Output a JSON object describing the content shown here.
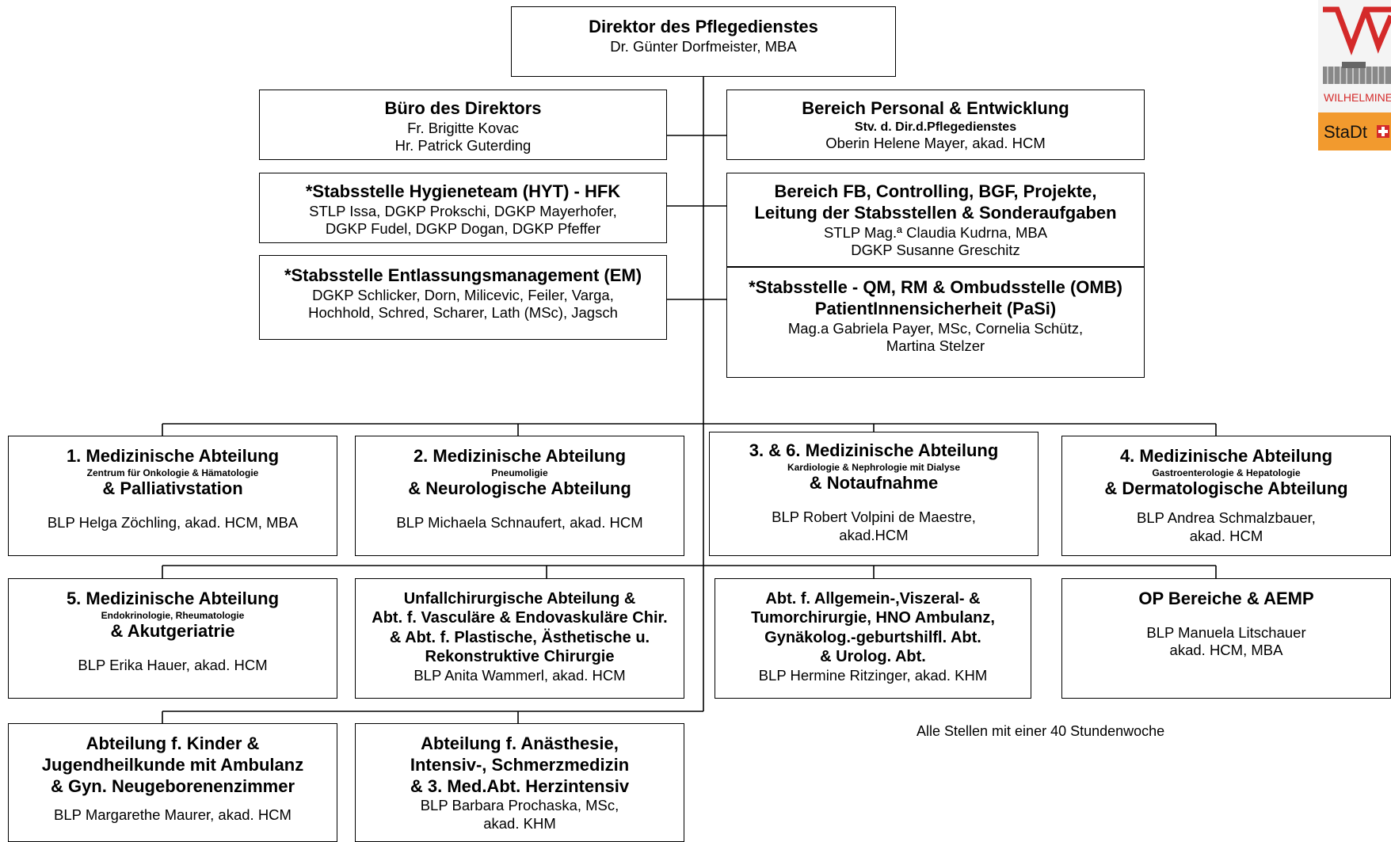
{
  "director": {
    "title": "Direktor des Pflegedienstes",
    "name": "Dr. Günter Dorfmeister, MBA"
  },
  "staff_left": [
    {
      "title": "Büro des Direktors",
      "lines": [
        "Fr. Brigitte Kovac",
        "Hr. Patrick Guterding"
      ]
    },
    {
      "title": "*Stabsstelle Hygieneteam (HYT) - HFK",
      "lines": [
        "STLP Issa,  DGKP Prokschi, DGKP Mayerhofer,",
        "DGKP Fudel, DGKP Dogan, DGKP Pfeffer"
      ]
    },
    {
      "title": "*Stabsstelle Entlassungsmanagement (EM)",
      "lines": [
        "DGKP Schlicker, Dorn, Milicevic, Feiler, Varga,",
        "Hochhold, Schred,  Scharer, Lath (MSc), Jagsch"
      ]
    }
  ],
  "staff_right": [
    {
      "title": "Bereich Personal & Entwicklung",
      "subtitle": "Stv. d. Dir.d.Pflegedienstes",
      "lines": [
        "Oberin Helene Mayer, akad. HCM"
      ]
    },
    {
      "title_lines": [
        "Bereich FB, Controlling, BGF, Projekte,",
        "Leitung der Stabsstellen & Sonderaufgaben"
      ],
      "lines": [
        "STLP Mag.ª Claudia Kudrna, MBA",
        "DGKP Susanne Greschitz"
      ]
    },
    {
      "title_lines": [
        "*Stabsstelle - QM, RM & Ombudsstelle (OMB)",
        "PatientInnensicherheit (PaSi)"
      ],
      "lines": [
        "Mag.a Gabriela Payer, MSc, Cornelia Schütz,",
        "Martina Stelzer"
      ]
    }
  ],
  "row1": [
    {
      "title": "1. Medizinische Abteilung",
      "sub": "Zentrum für Onkologie & Hämatologie",
      "title2": "& Palliativstation",
      "lines": [
        "BLP Helga Zöchling, akad. HCM, MBA"
      ]
    },
    {
      "title": "2. Medizinische Abteilung",
      "sub": "Pneumoligie",
      "title2": "& Neurologische Abteilung",
      "lines": [
        "BLP Michaela Schnaufert, akad. HCM"
      ]
    },
    {
      "title": "3. & 6. Medizinische Abteilung",
      "sub": "Kardiologie & Nephrologie mit Dialyse",
      "title2": "& Notaufnahme",
      "lines": [
        "BLP Robert Volpini de Maestre,",
        "akad.HCM"
      ]
    },
    {
      "title": "4. Medizinische Abteilung",
      "sub": "Gastroenterologie & Hepatologie",
      "title2": "& Dermatologische Abteilung",
      "lines": [
        "BLP Andrea Schmalzbauer,",
        "akad. HCM"
      ]
    }
  ],
  "row2": [
    {
      "title": "5. Medizinische Abteilung",
      "sub": "Endokrinologie, Rheumatologie",
      "title2": "& Akutgeriatrie",
      "lines": [
        "BLP Erika Hauer, akad. HCM"
      ]
    },
    {
      "title_lines": [
        "Unfallchirurgische Abteilung &",
        "Abt. f. Vasculäre & Endovaskuläre Chir.",
        "& Abt. f. Plastische, Ästhetische u.",
        "Rekonstruktive Chirurgie"
      ],
      "lines": [
        "BLP Anita Wammerl, akad. HCM"
      ]
    },
    {
      "title_lines": [
        "Abt. f. Allgemein-,Viszeral- &",
        "Tumorchirurgie, HNO Ambulanz,",
        "Gynäkolog.-geburtshilfl. Abt.",
        "& Urolog. Abt."
      ],
      "lines": [
        "BLP Hermine Ritzinger, akad. KHM"
      ]
    },
    {
      "title": "OP Bereiche & AEMP",
      "lines": [
        "BLP Manuela Litschauer",
        "akad. HCM, MBA"
      ]
    }
  ],
  "row3": [
    {
      "title_lines": [
        "Abteilung f. Kinder &",
        "Jugendheilkunde mit Ambulanz",
        "& Gyn. Neugeborenenzimmer"
      ],
      "lines": [
        "BLP Margarethe Maurer, akad. HCM"
      ]
    },
    {
      "title_lines": [
        "Abteilung f. Anästhesie,",
        "Intensiv-, Schmerzmedizin",
        "& 3. Med.Abt. Herzintensiv"
      ],
      "lines": [
        "BLP Barbara Prochaska, MSc,",
        "akad. KHM"
      ]
    }
  ],
  "note": "Alle Stellen mit einer 40 Stundenwoche",
  "logo": {
    "name": "WILHELMINE",
    "brand": "StaDt",
    "colors": {
      "red": "#d42a2a",
      "orange": "#f29a2e"
    }
  }
}
